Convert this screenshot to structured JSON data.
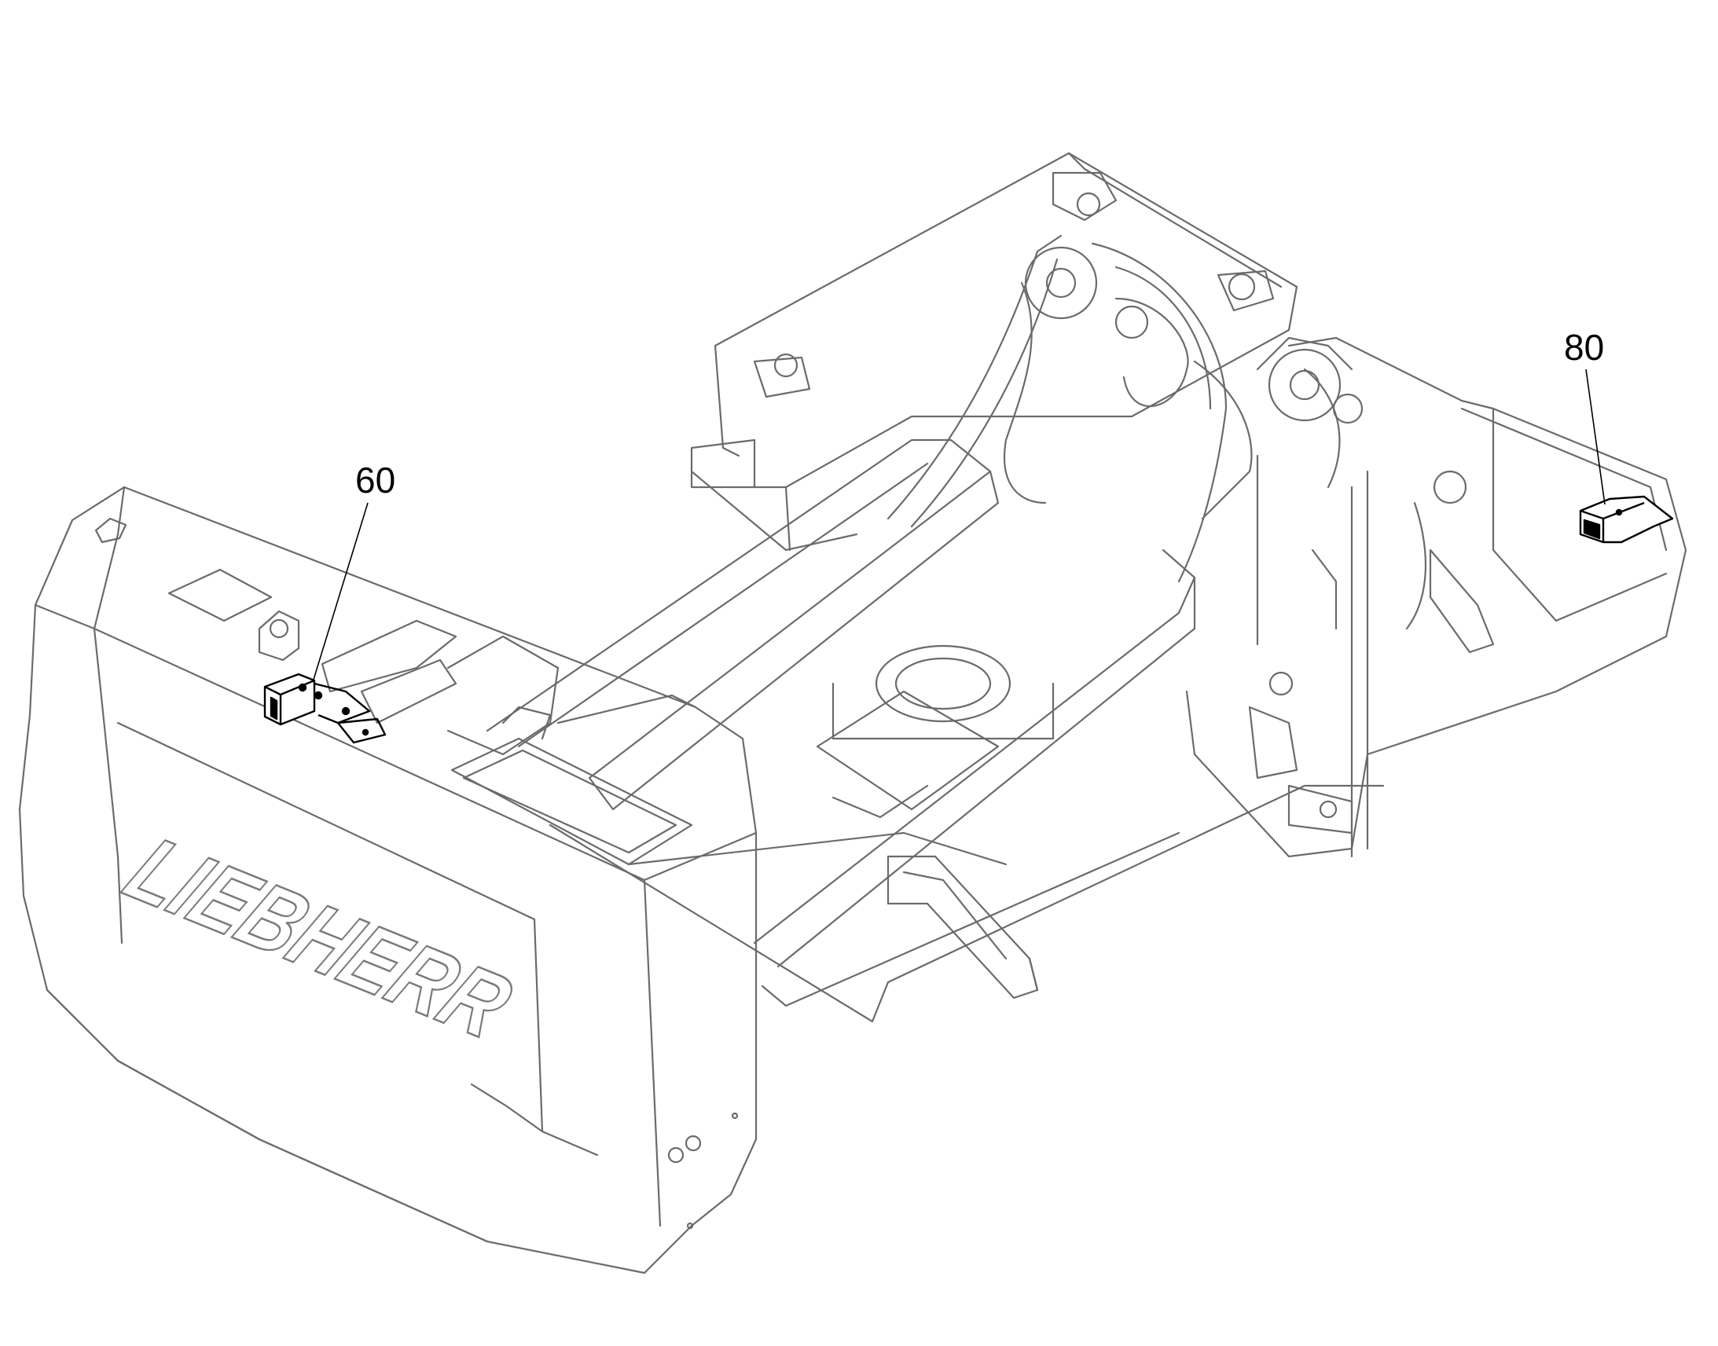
{
  "drawing": {
    "brand_logo": "LIEBHERR",
    "callouts": [
      {
        "id": "60"
      },
      {
        "id": "80"
      }
    ],
    "colors": {
      "line": "#6b6b6b",
      "highlight": "#000000",
      "background": "#ffffff"
    }
  }
}
